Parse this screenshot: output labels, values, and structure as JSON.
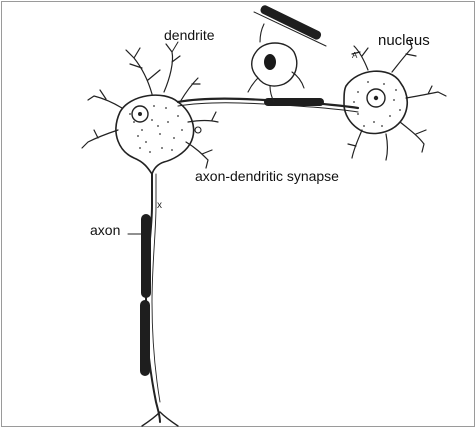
{
  "labels": {
    "dendrite": "dendrite",
    "nucleus": "nucleus",
    "synapse": "axon-dendritic synapse",
    "axon": "axon"
  },
  "marks": {
    "x_mark": "x",
    "a_mark": "A"
  }
}
